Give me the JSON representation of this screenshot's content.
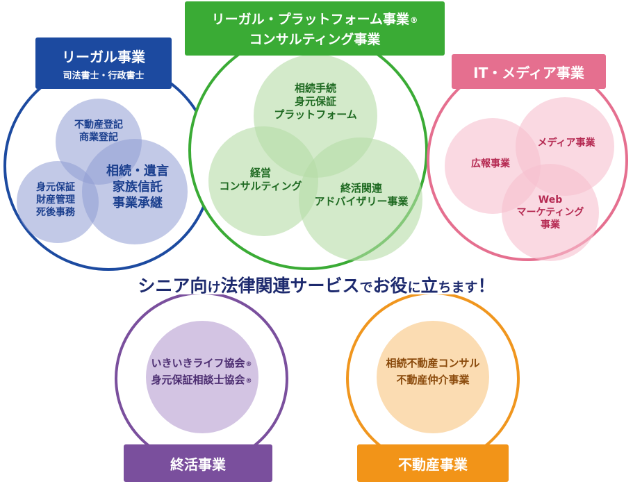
{
  "legal": {
    "title": "リーガル事業",
    "subtitle": "司法書士・行政書士",
    "bubbles": [
      [
        "不動産登記",
        "商業登記"
      ],
      [
        "身元保証",
        "財産管理",
        "死後事務"
      ],
      [
        "相続・遺言",
        "家族信託",
        "事業承継"
      ]
    ],
    "colors": {
      "ring": "#1c4aa0",
      "label_bg": "#1c4aa0",
      "text": "#1b3f8e",
      "bubble": "#8f9dd4"
    }
  },
  "platform": {
    "title_line1": "リーガル・プラットフォーム事業",
    "title_line1_mark": "®",
    "title_line2": "コンサルティング事業",
    "bubbles": [
      [
        "相続手続",
        "身元保証",
        "プラットフォーム"
      ],
      [
        "経営",
        "コンサルティング"
      ],
      [
        "終活関連",
        "アドバイザリー事業"
      ]
    ],
    "colors": {
      "ring": "#3aab35",
      "label_bg": "#3aab35",
      "text": "#1f6a22",
      "bubble": "#b6dca6"
    }
  },
  "media": {
    "title": "IT・メディア事業",
    "bubbles": [
      [
        "広報事業"
      ],
      [
        "メディア事業"
      ],
      [
        "Web",
        "マーケティング",
        "事業"
      ]
    ],
    "colors": {
      "ring": "#e56f8f",
      "label_bg": "#e56f8f",
      "text": "#b52a52",
      "bubble": "#f6c0cf"
    }
  },
  "tagline": {
    "parts": [
      {
        "text": "シニア向",
        "size": "big"
      },
      {
        "text": "け",
        "size": "small"
      },
      {
        "text": "法律関連サービス",
        "size": "big"
      },
      {
        "text": "で",
        "size": "small"
      },
      {
        "text": "お役",
        "size": "big"
      },
      {
        "text": "に",
        "size": "small"
      },
      {
        "text": "立",
        "size": "big"
      },
      {
        "text": "ちます",
        "size": "small"
      },
      {
        "text": "！",
        "size": "big"
      }
    ],
    "color": "#1d2a6e"
  },
  "shukatsu": {
    "title": "終活事業",
    "lines": [
      {
        "text": "いきいきライフ協会",
        "mark": "®"
      },
      {
        "text": "身元保証相談士協会",
        "mark": "®"
      }
    ],
    "colors": {
      "ring": "#7a4f9d",
      "label_bg": "#7a4f9d",
      "text": "#4b2c70",
      "bubble": "#d3c4e3"
    }
  },
  "realestate": {
    "title": "不動産事業",
    "lines": [
      "相続不動産コンサル",
      "不動産仲介事業"
    ],
    "colors": {
      "ring": "#f0961e",
      "label_bg": "#f29418",
      "text": "#8a4a0c",
      "bubble": "#fbdcb2"
    }
  }
}
